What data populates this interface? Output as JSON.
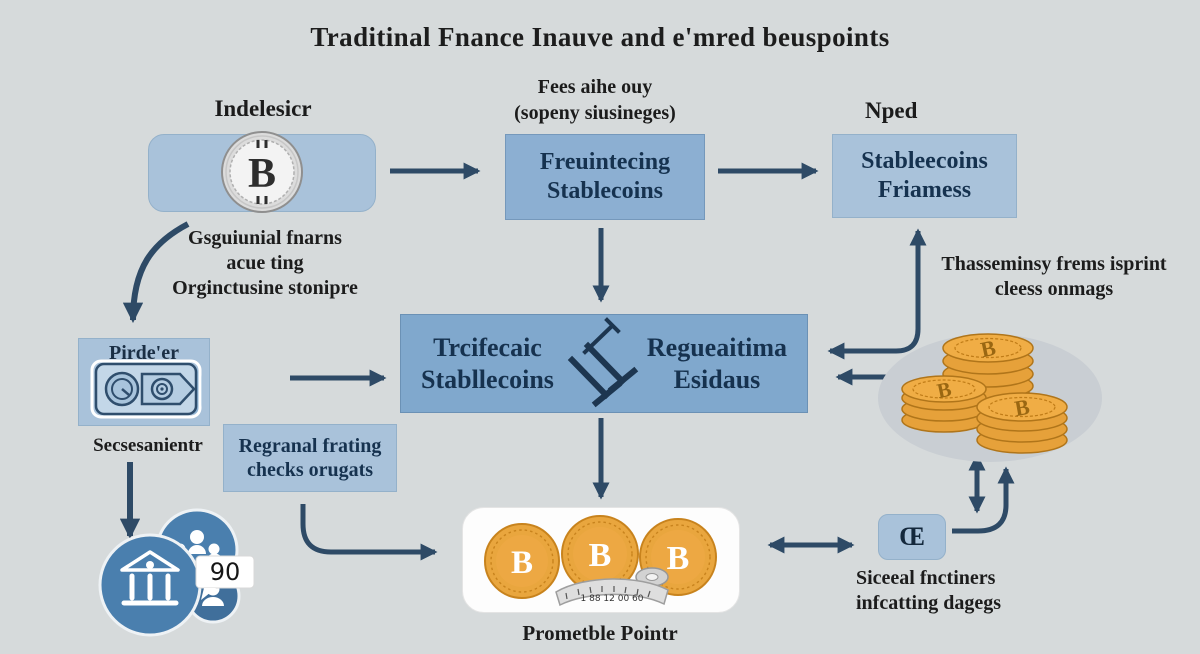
{
  "title": "Traditinal Fnance Inauve and e'mred beuspoints",
  "colors": {
    "arrow": "#2e4a66",
    "box_light": "#a9c2da",
    "box_medium": "#8cafd2",
    "box_center": "#80a8cd",
    "gold": "#e8a43e",
    "people_blue": "#4a7fae"
  },
  "top_row": {
    "left": {
      "label": "Indelesicr",
      "icon": "bitcoin-coin-silver"
    },
    "middle": {
      "label_line1": "Fees aihe ouy",
      "label_line2": "(sopeny siusineges)",
      "box_line1": "Freuintecing",
      "box_line2": "Stablecoins"
    },
    "right": {
      "label": "Nped",
      "box_line1": "Stableecoins",
      "box_line2": "Friamess"
    }
  },
  "left_note": {
    "line1": "Gsguiunial fnarns",
    "line2": "acue ting",
    "line3": "Orginctusine stonipre"
  },
  "provider": {
    "label": "Pirde'er",
    "caption": "Secsesanientr"
  },
  "center_box": {
    "left_line1": "Trcifecaic",
    "left_line2": "Stabllecoins",
    "right_line1": "Regueaitima",
    "right_line2": "Esidaus"
  },
  "regional_box": {
    "line1": "Regranal frating",
    "line2": "checks orugats"
  },
  "right_note": {
    "line1": "Thasseminsy frems isprint",
    "line2": "cleess onmags"
  },
  "bottom_box": {
    "caption": "Prometble Pointr",
    "tape_text": "1 88 12 00 60"
  },
  "oe_node": {
    "symbol": "Œ",
    "line1": "Siceeal fnctiners",
    "line2": "infcatting dagegs"
  },
  "badge": {
    "value": "90"
  },
  "icons": {
    "bitcoin_letter": "B"
  }
}
